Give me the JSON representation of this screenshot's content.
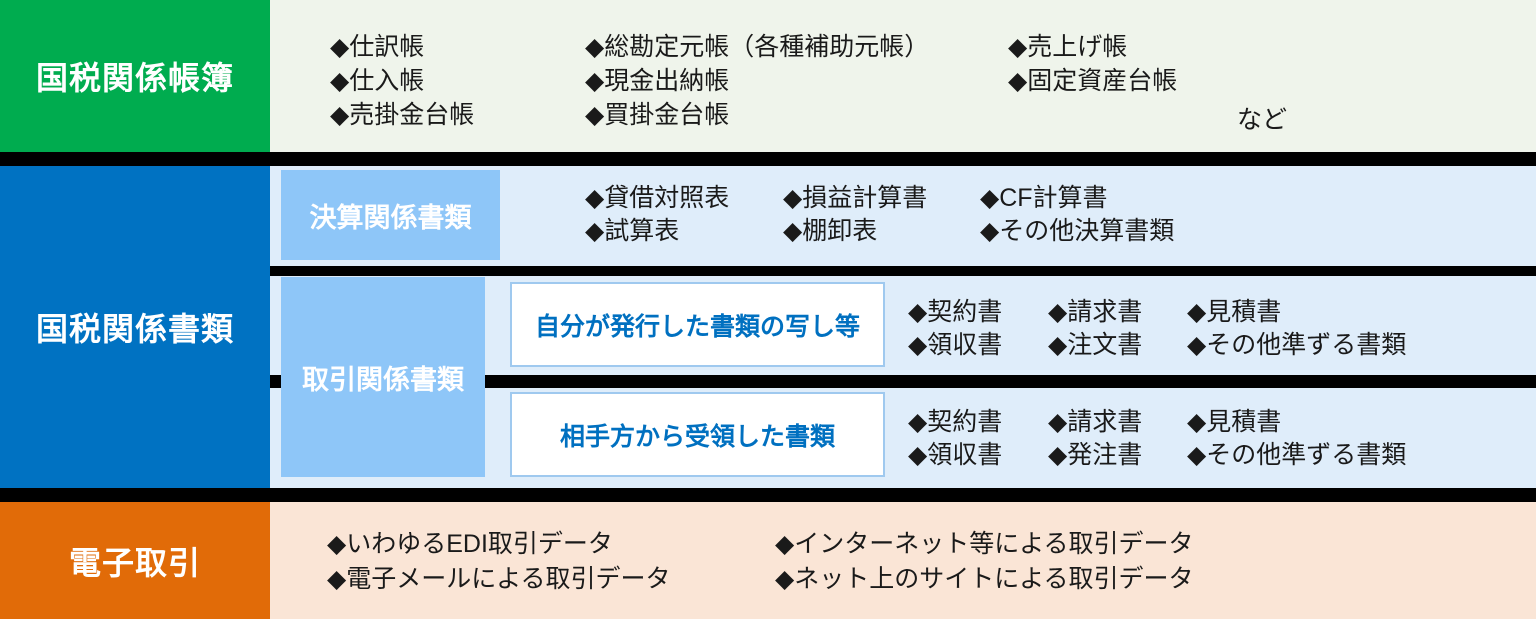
{
  "colors": {
    "green": "#00AC4F",
    "green-bg": "#EFF4EB",
    "blue": "#0072C2",
    "light-blue": "#8EC6F8",
    "pale-blue": "#DFEDFA",
    "box-border": "#9FC9EF",
    "box-text": "#0070C0",
    "orange": "#E16B08",
    "orange-bg": "#FAE5D6",
    "bar": "#000000",
    "text": "#1A1A1A"
  },
  "sections": {
    "books": {
      "label": "国税関係帳簿",
      "columns": [
        {
          "lines": [
            "◆仕訳帳",
            "◆仕入帳",
            "◆売掛金台帳"
          ]
        },
        {
          "lines": [
            "◆総勘定元帳（各種補助元帳）",
            "◆現金出納帳",
            "◆買掛金台帳"
          ]
        },
        {
          "lines": [
            "◆売上げ帳",
            "◆固定資産台帳"
          ]
        }
      ],
      "suffix": "など"
    },
    "documents": {
      "label": "国税関係書類",
      "settlement": {
        "label": "決算関係書類",
        "lines": [
          [
            "◆貸借対照表",
            "◆損益計算書",
            "◆CF計算書"
          ],
          [
            "◆試算表",
            "◆棚卸表",
            "◆その他決算書類"
          ]
        ]
      },
      "transaction": {
        "label": "取引関係書類",
        "issued": {
          "title": "自分が発行した書類の写し等",
          "lines": [
            [
              "◆契約書",
              "◆請求書",
              "◆見積書"
            ],
            [
              "◆領収書",
              "◆注文書",
              "◆その他準ずる書類"
            ]
          ]
        },
        "received": {
          "title": "相手方から受領した書類",
          "lines": [
            [
              "◆契約書",
              "◆請求書",
              "◆見積書"
            ],
            [
              "◆領収書",
              "◆発注書",
              "◆その他準ずる書類"
            ]
          ]
        }
      }
    },
    "electronic": {
      "label": "電子取引",
      "columns": [
        {
          "lines": [
            "◆いわゆるEDI取引データ",
            "◆電子メールによる取引データ"
          ]
        },
        {
          "lines": [
            "◆インターネット等による取引データ",
            "◆ネット上のサイトによる取引データ"
          ]
        }
      ]
    }
  }
}
